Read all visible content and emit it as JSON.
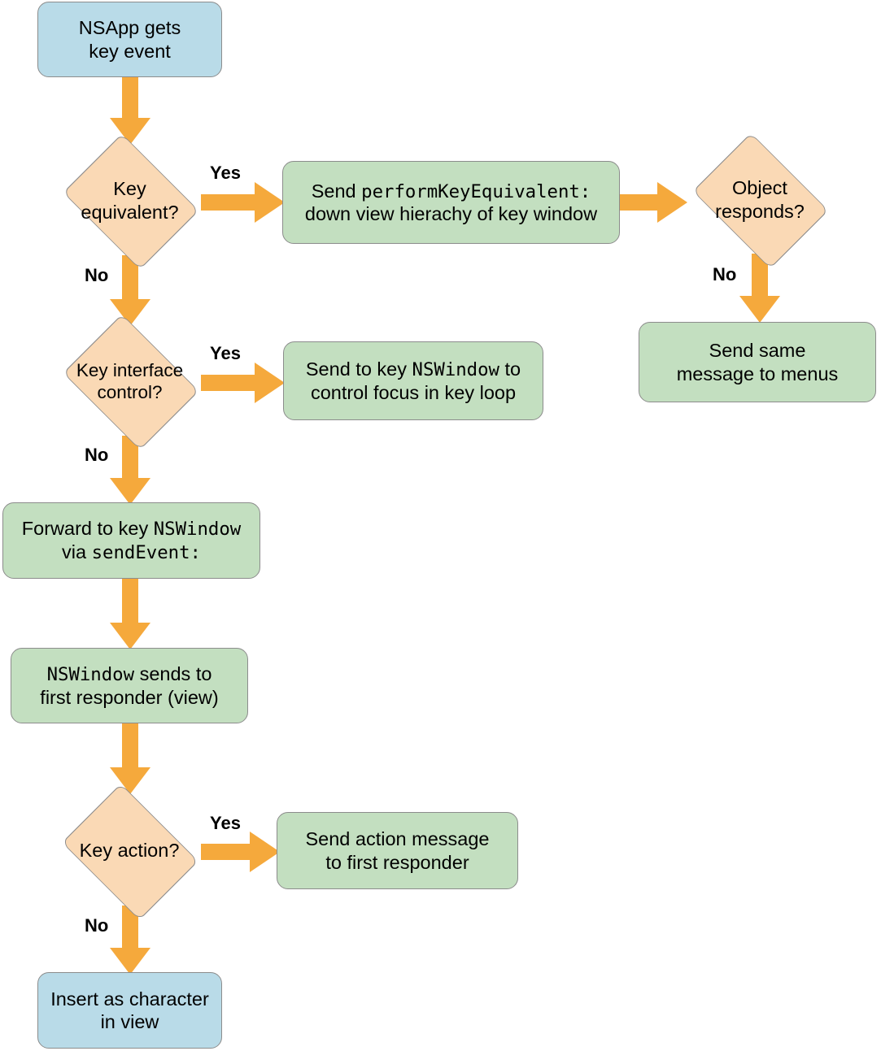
{
  "diagram": {
    "title": "NSApp key event dispatch flowchart",
    "colors": {
      "start_fill": "#b9dbe8",
      "process_fill": "#c3dfc0",
      "decision_fill": "#fad9b5",
      "arrow": "#f5a93c",
      "stroke": "#8c8c8c",
      "text": "#000000",
      "background": "#ffffff"
    }
  },
  "nodes": {
    "nsapp_gets_key_event": {
      "type": "terminator",
      "line1": "NSApp gets",
      "line2": "key event"
    },
    "key_equivalent": {
      "type": "decision",
      "label": "Key\nequivalent?"
    },
    "send_perform_key_equivalent": {
      "type": "process",
      "line1_prefix": "Send ",
      "line1_code": "performKeyEquivalent:",
      "line2": "down view hierachy of key window"
    },
    "object_responds": {
      "type": "decision",
      "label": "Object\nresponds?"
    },
    "send_same_message_to_menus": {
      "type": "process",
      "line1": "Send same",
      "line2": "message to menus"
    },
    "key_interface_control": {
      "type": "decision",
      "label": "Key interface\ncontrol?"
    },
    "send_to_key_nswindow": {
      "type": "process",
      "line1_prefix": "Send to key ",
      "line1_code": "NSWindow",
      "line1_suffix": " to",
      "line2": "control focus in key loop"
    },
    "forward_to_key_nswindow": {
      "type": "process",
      "line1_prefix": "Forward to key ",
      "line1_code": "NSWindow",
      "line2_prefix": "via ",
      "line2_code": "sendEvent:"
    },
    "nswindow_sends_to_first_responder": {
      "type": "process",
      "line1_code": "NSWindow",
      "line1_suffix": " sends to",
      "line2": "first responder (view)"
    },
    "key_action": {
      "type": "decision",
      "label": "Key action?"
    },
    "send_action_message": {
      "type": "process",
      "line1": "Send action message",
      "line2": "to first responder"
    },
    "insert_as_character": {
      "type": "terminator",
      "line1": "Insert as character",
      "line2": "in view"
    }
  },
  "edges": {
    "key_equivalent_yes": "Yes",
    "key_equivalent_no": "No",
    "object_responds_no": "No",
    "key_interface_control_yes": "Yes",
    "key_interface_control_no": "No",
    "key_action_yes": "Yes",
    "key_action_no": "No"
  }
}
